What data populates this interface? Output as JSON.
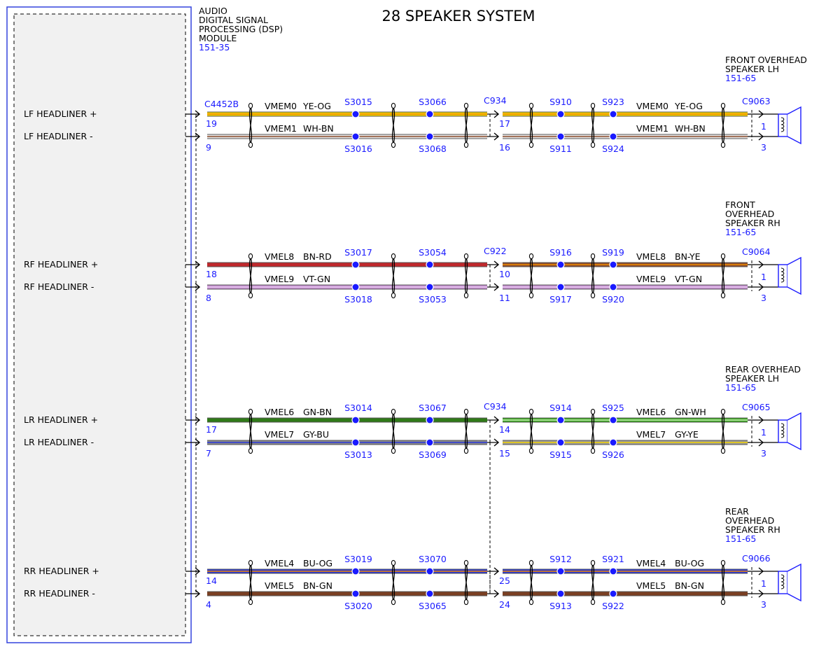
{
  "title": "28 SPEAKER SYSTEM",
  "module": {
    "name_lines": [
      "AUDIO",
      "DIGITAL SIGNAL",
      "PROCESSING (DSP)",
      "MODULE"
    ],
    "ref": "151-35",
    "connector": "C4452B"
  },
  "colors": {
    "blue": "#1a1aff",
    "frame": "#3344dd"
  },
  "groups": [
    {
      "speaker_lines": [
        "FRONT OVERHEAD",
        "SPEAKER LH"
      ],
      "speaker_ref": "151-65",
      "speaker_connector": "C9063",
      "inline_connector": "C934",
      "wires": [
        {
          "signal": "LF HEADLINER +",
          "module_pin": "19",
          "circuit": "VMEM0",
          "color_left": "YE-OG",
          "color_right": "YE-OG",
          "inline_pin": "17",
          "speaker_pin": "1",
          "splices": [
            "S3015",
            "S3066",
            "S910",
            "S923"
          ],
          "c1_left": "#f3d100",
          "c2_left": "#f08c00",
          "c1_right": "#f3d100",
          "c2_right": "#f08c00"
        },
        {
          "signal": "LF HEADLINER -",
          "module_pin": "9",
          "circuit": "VMEM1",
          "color_left": "WH-BN",
          "color_right": "WH-BN",
          "inline_pin": "16",
          "speaker_pin": "3",
          "splices": [
            "S3016",
            "S3068",
            "S911",
            "S924"
          ],
          "c1_left": "#e8e8e8",
          "c2_left": "#8b4a2b",
          "c1_right": "#e8e8e8",
          "c2_right": "#8b4a2b"
        }
      ]
    },
    {
      "speaker_lines": [
        "FRONT",
        "OVERHEAD",
        "SPEAKER RH"
      ],
      "speaker_ref": "151-65",
      "speaker_connector": "C9064",
      "inline_connector": "C922",
      "wires": [
        {
          "signal": "RF HEADLINER +",
          "module_pin": "18",
          "circuit": "VMEL8",
          "color_left": "BN-RD",
          "color_right": "BN-YE",
          "inline_pin": "10",
          "speaker_pin": "1",
          "splices": [
            "S3017",
            "S3054",
            "S916",
            "S919"
          ],
          "c1_left": "#c0282c",
          "c2_left": "#c0282c",
          "c1_right": "#8b4a2b",
          "c2_right": "#f08c00"
        },
        {
          "signal": "RF HEADLINER -",
          "module_pin": "8",
          "circuit": "VMEL9",
          "color_left": "VT-GN",
          "color_right": "VT-GN",
          "inline_pin": "11",
          "speaker_pin": "3",
          "splices": [
            "S3018",
            "S3053",
            "S917",
            "S920"
          ],
          "c1_left": "#c58fd0",
          "c2_left": "#e9c9ef",
          "c1_right": "#c58fd0",
          "c2_right": "#e9c9ef"
        }
      ]
    },
    {
      "speaker_lines": [
        "REAR OVERHEAD",
        "SPEAKER LH"
      ],
      "speaker_ref": "151-65",
      "speaker_connector": "C9065",
      "inline_connector": "C934",
      "wires": [
        {
          "signal": "LR HEADLINER +",
          "module_pin": "17",
          "circuit": "VMEL6",
          "color_left": "GN-BN",
          "color_right": "GN-WH",
          "inline_pin": "14",
          "speaker_pin": "1",
          "splices": [
            "S3014",
            "S3067",
            "S914",
            "S925"
          ],
          "c1_left": "#2f7a18",
          "c2_left": "#2f7a18",
          "c1_right": "#3ea824",
          "c2_right": "#c8efb5"
        },
        {
          "signal": "LR HEADLINER -",
          "module_pin": "7",
          "circuit": "VMEL7",
          "color_left": "GY-BU",
          "color_right": "GY-YE",
          "inline_pin": "15",
          "speaker_pin": "3",
          "splices": [
            "S3013",
            "S3069",
            "S915",
            "S926"
          ],
          "c1_left": "#8a8a8a",
          "c2_left": "#2a36d9",
          "c1_right": "#9a9a9a",
          "c2_right": "#f3d100"
        }
      ]
    },
    {
      "speaker_lines": [
        "REAR",
        "OVERHEAD",
        "SPEAKER RH"
      ],
      "speaker_ref": "151-65",
      "speaker_connector": "C9066",
      "inline_connector": "",
      "wires": [
        {
          "signal": "RR HEADLINER +",
          "module_pin": "14",
          "circuit": "VMEL4",
          "color_left": "BU-OG",
          "color_right": "BU-OG",
          "inline_pin": "25",
          "speaker_pin": "1",
          "splices": [
            "S3019",
            "S3070",
            "S912",
            "S921"
          ],
          "c1_left": "#2a36d9",
          "c2_left": "#f08c00",
          "c1_right": "#2a36d9",
          "c2_right": "#f08c00"
        },
        {
          "signal": "RR HEADLINER -",
          "module_pin": "4",
          "circuit": "VMEL5",
          "color_left": "BN-GN",
          "color_right": "BN-GN",
          "inline_pin": "24",
          "speaker_pin": "3",
          "splices": [
            "S3020",
            "S3065",
            "S913",
            "S922"
          ],
          "c1_left": "#7a3f22",
          "c2_left": "#7a3f22",
          "c1_right": "#7a3f22",
          "c2_right": "#7a3f22"
        }
      ]
    }
  ]
}
